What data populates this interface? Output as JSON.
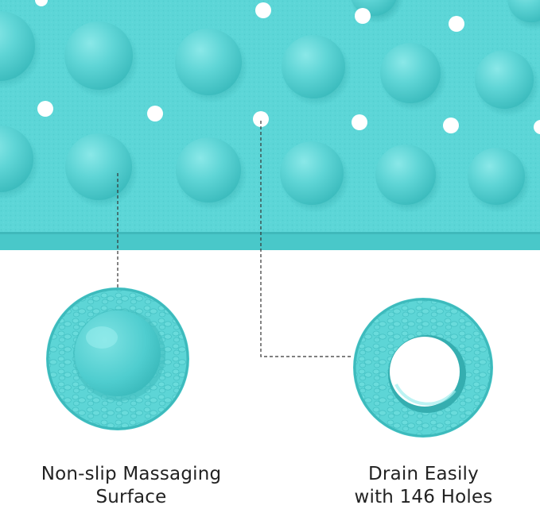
{
  "colors": {
    "mat": "#5cd6d7",
    "mat_light": "#72e0e1",
    "mat_dark": "#3fbcbe",
    "mat_edge": "#49c8c9",
    "hole": "#ffffff",
    "background": "#ffffff",
    "guide_line": "#333333",
    "caption_text": "#222222"
  },
  "features": [
    {
      "id": "massaging-surface",
      "icon": "massaging-bump-closeup-icon",
      "caption_lines": [
        "Non-slip Massaging",
        "Surface"
      ]
    },
    {
      "id": "drain-holes",
      "icon": "drain-hole-closeup-icon",
      "caption_lines": [
        "Drain Easily",
        "with 146 Holes"
      ]
    }
  ]
}
